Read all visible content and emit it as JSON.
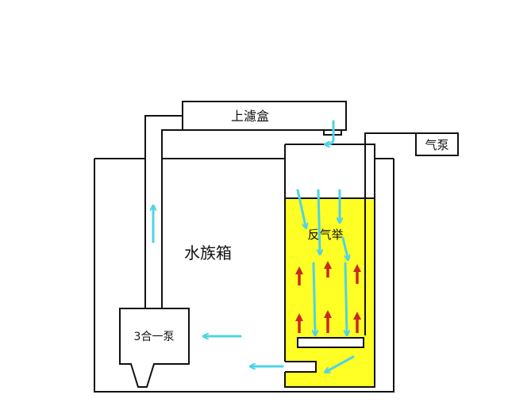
{
  "labels": {
    "top_filter": "上濾盒",
    "air_pump": "气泵",
    "reverse_airlift": "反气举",
    "aquarium": "水族箱",
    "pump": "3合一泵"
  },
  "colors": {
    "outline": "#111111",
    "water_fill": "#ffff26",
    "flow_arrow": "#4fd3e6",
    "lift_arrow": "#c8281e"
  }
}
